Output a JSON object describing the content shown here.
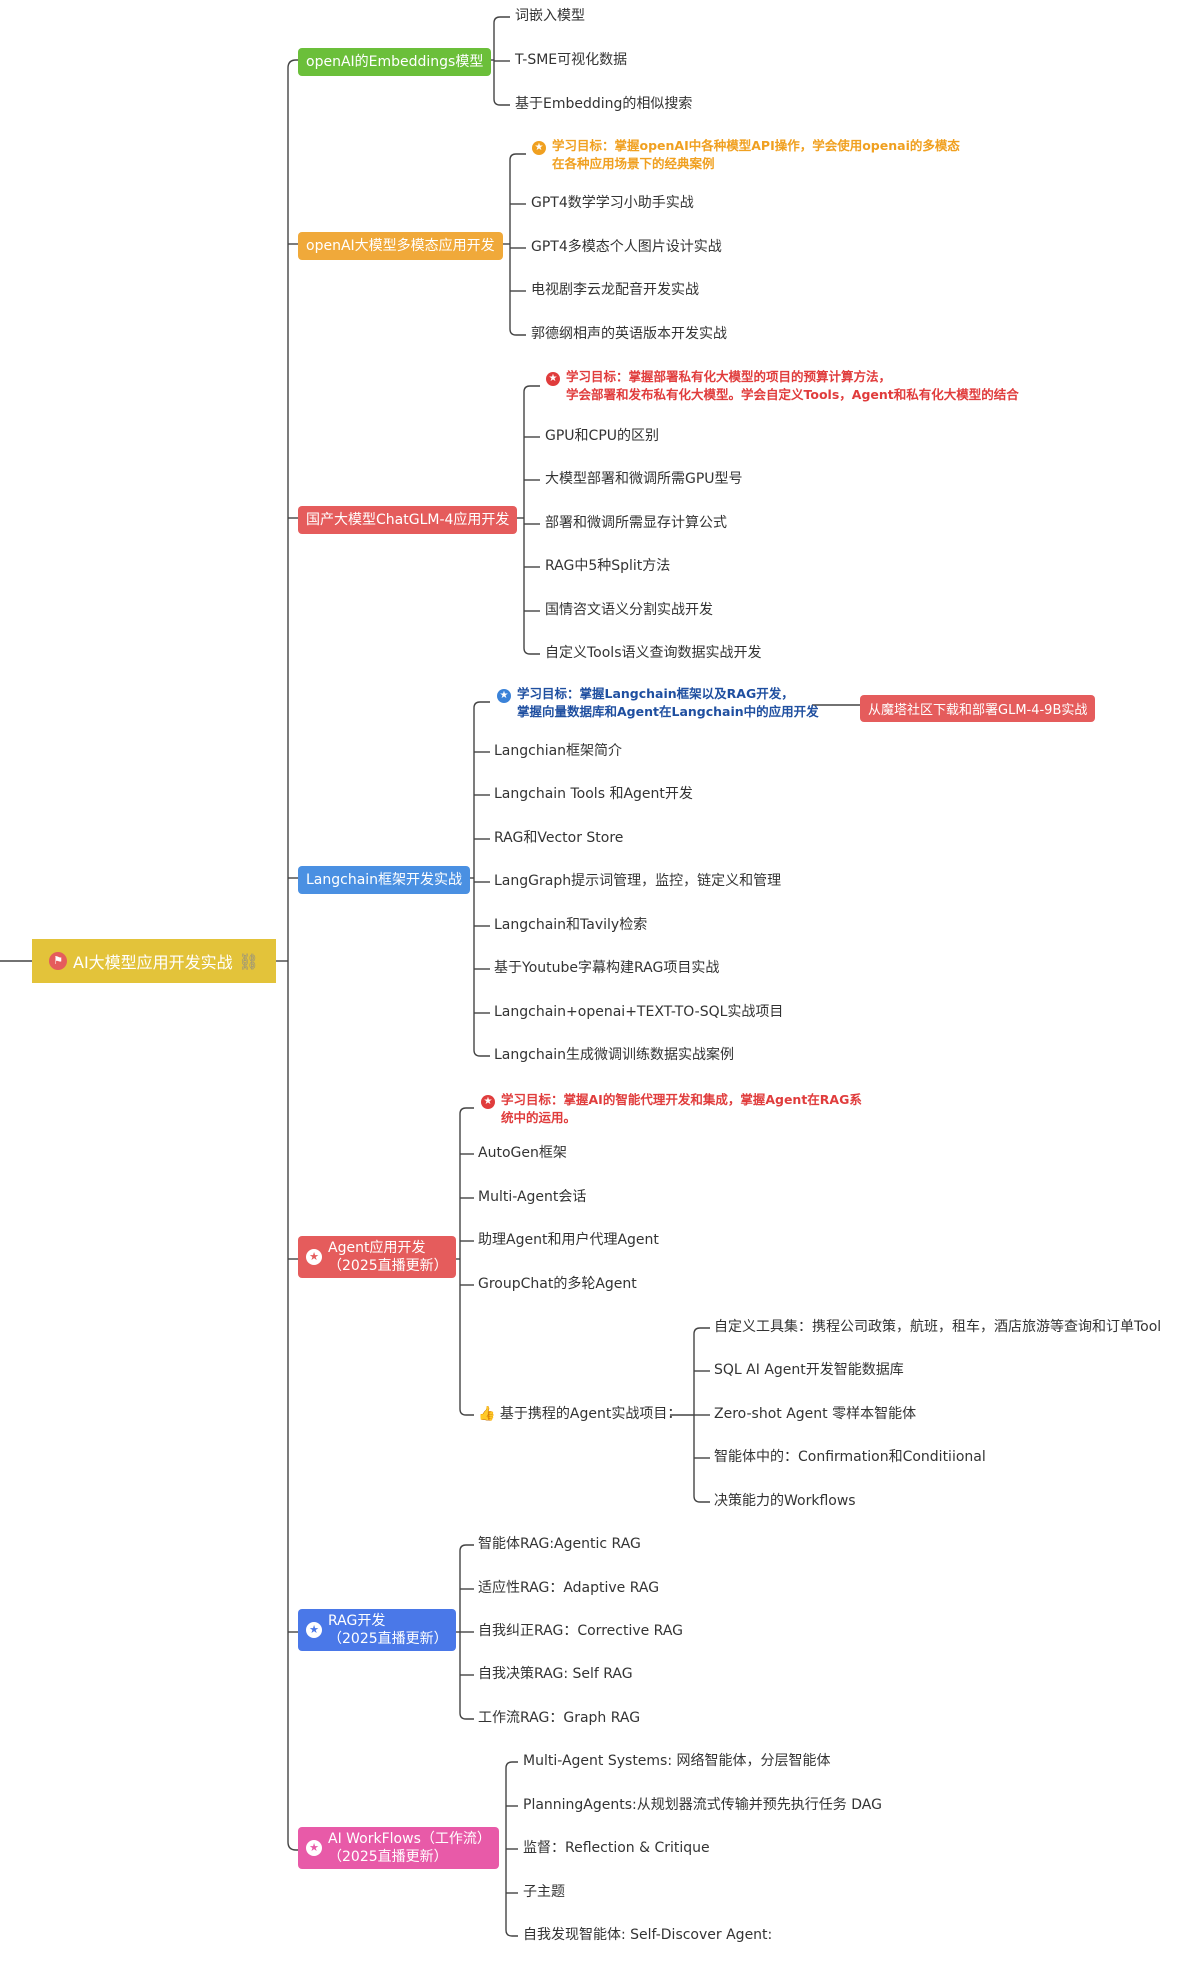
{
  "root": {
    "label": "AI大模型应用开发实战",
    "flag_icon": "flag-icon",
    "link_icon": "link-icon"
  },
  "branches": [
    {
      "id": "b1",
      "label": "openAI的Embeddings模型",
      "color": "#6bbf3a",
      "items": [
        "词嵌入模型",
        "T-SME可视化数据",
        "基于Embedding的相似搜索"
      ]
    },
    {
      "id": "b2",
      "label": "openAI大模型多模态应用开发",
      "color": "#f0a93a",
      "goal": [
        "学习目标：掌握openAI中各种模型API操作，学会使用openai的多模态",
        "在各种应用场景下的经典案例"
      ],
      "goal_color": "#f0a020",
      "items": [
        "GPT4数学学习小助手实战",
        "GPT4多模态个人图片设计实战",
        "电视剧李云龙配音开发实战",
        "郭德纲相声的英语版本开发实战"
      ]
    },
    {
      "id": "b3",
      "label": "国产大模型ChatGLM-4应用开发",
      "color": "#e55c5c",
      "goal": [
        "学习目标：掌握部署私有化大模型的项目的预算计算方法，",
        "学会部署和发布私有化大模型。学会自定义Tools，Agent和私有化大模型的结合"
      ],
      "goal_color": "#e03c3c",
      "items": [
        "GPU和CPU的区别",
        "大模型部署和微调所需GPU型号",
        "部署和微调所需显存计算公式",
        "RAG中5种Split方法",
        "国情咨文语义分割实战开发",
        "自定义Tools语义查询数据实战开发"
      ]
    },
    {
      "id": "b4",
      "label": "Langchain框架开发实战",
      "color": "#4a90e2",
      "goal": [
        "学习目标：掌握Langchain框架以及RAG开发，",
        "掌握向量数据库和Agent在Langchain中的应用开发"
      ],
      "goal_color": "#1f4fa0",
      "callout": "从魔塔社区下载和部署GLM-4-9B实战",
      "items": [
        "Langchian框架简介",
        "Langchain Tools 和Agent开发",
        "RAG和Vector Store",
        "LangGraph提示词管理，监控，链定义和管理",
        "Langchain和Tavily检索",
        "基于Youtube字幕构建RAG项目实战",
        "Langchain+openai+TEXT-TO-SQL实战项目",
        "Langchain生成微调训练数据实战案例"
      ]
    },
    {
      "id": "b5",
      "label": [
        "Agent应用开发",
        "（2025直播更新）"
      ],
      "color": "#e55c5c",
      "goal": [
        "学习目标：掌握AI的智能代理开发和集成，掌握Agent在RAG系",
        "统中的运用。"
      ],
      "goal_color": "#e03c3c",
      "items": [
        "AutoGen框架",
        "Multi-Agent会话",
        "助理Agent和用户代理Agent",
        "GroupChat的多轮Agent"
      ],
      "sub": {
        "label": "基于携程的Agent实战项目：",
        "icon": "thumbs-up-icon",
        "items": [
          "自定义工具集：携程公司政策，航班，租车，酒店旅游等查询和订单Tool",
          "SQL AI Agent开发智能数据库",
          "Zero-shot Agent 零样本智能体",
          "智能体中的：Confirmation和Conditiional",
          "决策能力的Workflows"
        ]
      }
    },
    {
      "id": "b6",
      "label": [
        "RAG开发",
        "（2025直播更新）"
      ],
      "color": "#4a78e8",
      "items": [
        "智能体RAG:Agentic RAG",
        "适应性RAG：Adaptive RAG",
        "自我纠正RAG：Corrective RAG",
        "自我决策RAG: Self RAG",
        "工作流RAG：Graph RAG"
      ]
    },
    {
      "id": "b7",
      "label": [
        "AI WorkFlows（工作流）",
        "（2025直播更新）"
      ],
      "color": "#e85aa8",
      "items": [
        "Multi-Agent Systems: 网络智能体，分层智能体",
        "PlanningAgents:从规划器流式传输并预先执行任务 DAG",
        "监督：Reflection & Critique",
        "子主题",
        "自我发现智能体: Self-Discover Agent:"
      ]
    }
  ]
}
